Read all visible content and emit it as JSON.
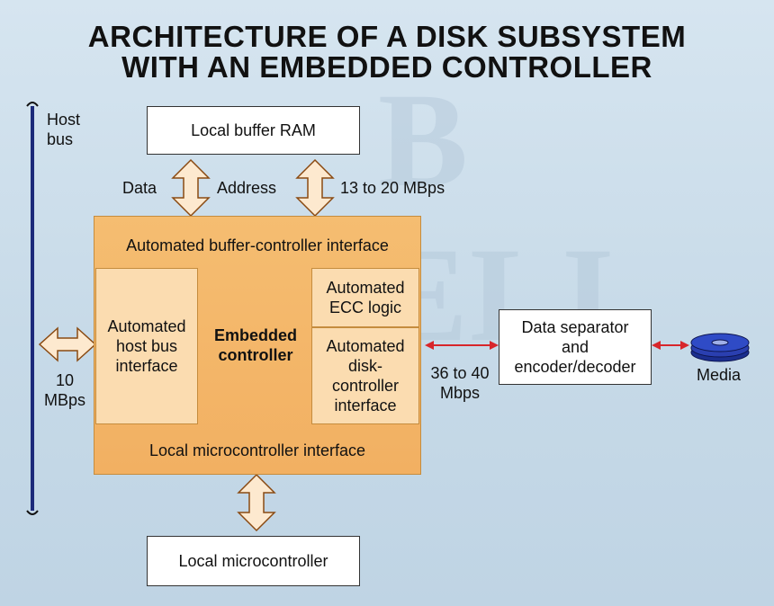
{
  "title": {
    "line1": "ARCHITECTURE OF A DISK SUBSYSTEM",
    "line2": "WITH AN EMBEDDED CONTROLLER"
  },
  "host_bus": {
    "line1": "Host",
    "line2": "bus"
  },
  "boxes": {
    "buffer_ram": "Local buffer RAM",
    "microcontroller": "Local microcontroller",
    "separator": [
      "Data separator",
      "and",
      "encoder/decoder"
    ]
  },
  "labels": {
    "data": "Data",
    "address": "Address",
    "buffer_rate": "13 to 20 MBps",
    "host_rate": [
      "10",
      "MBps"
    ],
    "disk_rate": [
      "36 to 40",
      "Mbps"
    ],
    "media": "Media"
  },
  "controller": {
    "buffer_interface": "Automated buffer-controller interface",
    "host_interface": [
      "Automated",
      "host bus",
      "interface"
    ],
    "core": [
      "Embedded",
      "controller"
    ],
    "ecc": [
      "Automated",
      "ECC logic"
    ],
    "disk_interface": [
      "Automated",
      "disk-",
      "controller",
      "interface"
    ],
    "micro_interface": "Local microcontroller interface"
  },
  "colors": {
    "controller_fill": "#f2b062",
    "inner_fill": "#fbdcb0",
    "arrow_fill": "#fde9cf",
    "link_red": "#d8262b",
    "host_bus_blue": "#1c2a7a",
    "media_blue": "#2a3fb0"
  }
}
